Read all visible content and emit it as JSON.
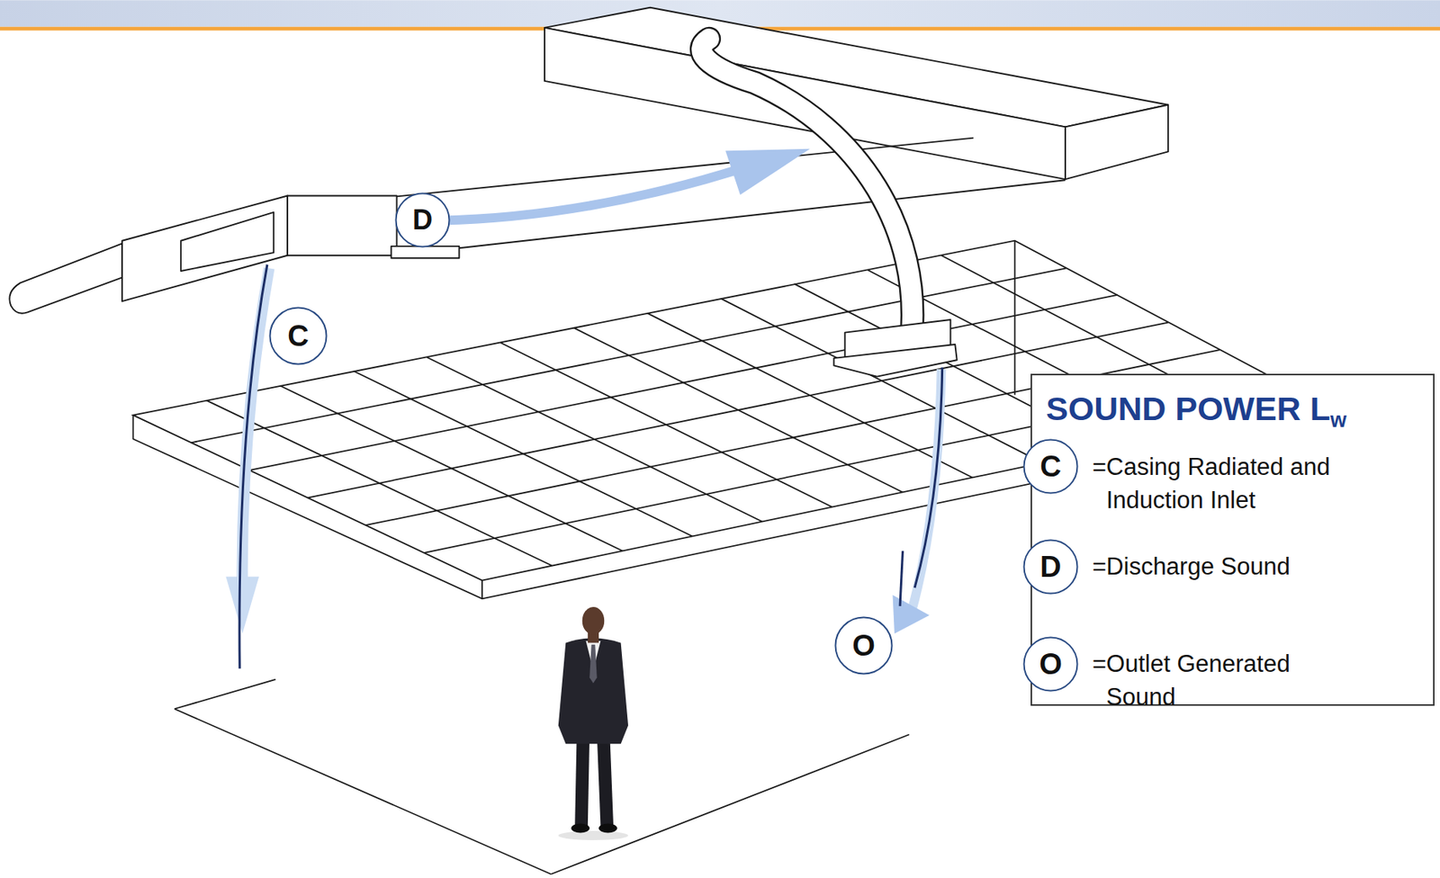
{
  "diagram": {
    "nodes": [
      {
        "text": [
          "D"
        ]
      },
      {
        "text": [
          "C"
        ]
      },
      {
        "text": [
          "O"
        ]
      },
      {
        "text": [
          "SOUND POWER L",
          "w"
        ]
      },
      {
        "text": [
          "C"
        ],
        "in": 3
      },
      {
        "text": [
          "D"
        ],
        "in": 3
      },
      {
        "text": [
          "O"
        ],
        "in": 3
      }
    ],
    "legend": [
      {
        "text": "=Casing Radiated and Induction Inlet"
      },
      {
        "text": "=Discharge Sound"
      },
      {
        "text": "=Outlet Generated Sound"
      }
    ]
  }
}
